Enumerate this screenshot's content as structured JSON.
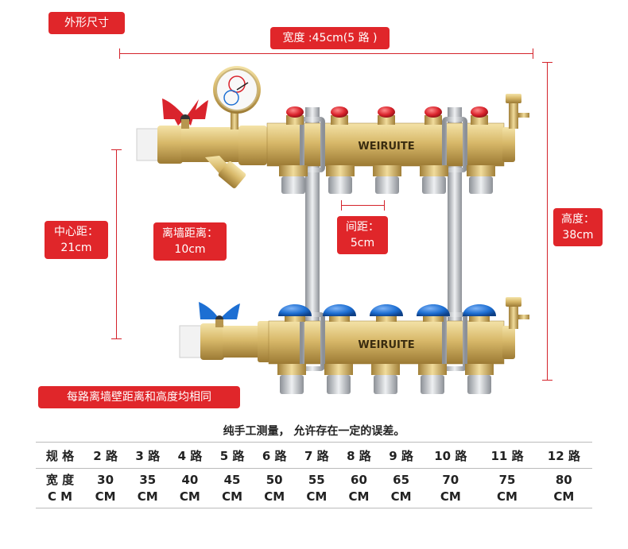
{
  "labels": {
    "title": "外形尺寸",
    "width": "宽度 :45cm(5 路 )",
    "center": [
      "中心距：",
      "21cm"
    ],
    "wall": [
      "离墙距离：",
      "10cm"
    ],
    "spacing": [
      "间距：",
      "5cm"
    ],
    "height": [
      "高度：",
      "38cm"
    ],
    "note": "每路离墙壁距离和高度均相同",
    "brand": "WEIRUITE"
  },
  "caption": "纯手工测量， 允许存在一定的误差。",
  "table": {
    "header_label": "规 格",
    "value_label": [
      "宽 度",
      "C M"
    ],
    "specs": [
      "2 路",
      "3 路",
      "4 路",
      "5 路",
      "6 路",
      "7 路",
      "8 路",
      "9 路",
      "10 路",
      "11 路",
      "12 路"
    ],
    "widths": [
      "30",
      "35",
      "40",
      "45",
      "50",
      "55",
      "60",
      "65",
      "70",
      "75",
      "80"
    ],
    "unit": "CM"
  },
  "colors": {
    "accent": "#e0262a",
    "brass": "#d8b96a",
    "red_cap": "#d9232c",
    "blue_cap": "#1d6fd3",
    "steel": "#b8bcc2"
  }
}
